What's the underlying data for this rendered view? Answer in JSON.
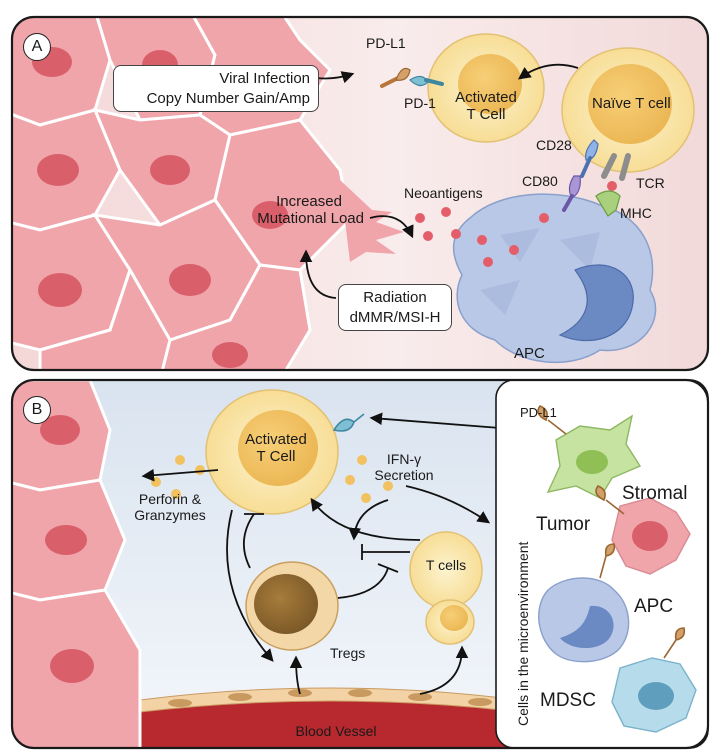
{
  "panel_a": {
    "badge": "A",
    "pdl1": "PD-L1",
    "pd1": "PD-1",
    "activated_t_cell": [
      "Activated",
      "T Cell"
    ],
    "naive_t_cell": "Naïve T cell",
    "cd28": "CD28",
    "cd80": "CD80",
    "tcr": "TCR",
    "mhc": "MHC",
    "neoantigens": "Neoantigens",
    "viral_box": [
      "Viral Infection",
      "Copy Number Gain/Amp"
    ],
    "mutational_load": [
      "Increased",
      "Mutational Load"
    ],
    "radiation_box": [
      "Radiation",
      "dMMR/MSI-H"
    ],
    "apc": "APC"
  },
  "panel_b": {
    "badge": "B",
    "activated_t_cell": [
      "Activated",
      "T Cell"
    ],
    "perforin": [
      "Perforin &",
      "Granzymes"
    ],
    "ifn": [
      "IFN-γ",
      "Secretion"
    ],
    "t_cells": "T cells",
    "tregs": "Tregs",
    "blood_vessel": "Blood Vessel",
    "micro_title": "Cells in the microenvironment",
    "pdl1": "PD-L1",
    "stromal": "Stromal",
    "tumor": "Tumor",
    "apc": "APC",
    "mdsc": "MDSC"
  },
  "colors": {
    "tumor_fill": "#f0a5ab",
    "tumor_nucleus": "#d9606b",
    "tcell_fill": "#fbe7ae",
    "tcell_nucleus": "#f2c160",
    "apc_fill": "#b9c8e6",
    "apc_nucleus": "#6b8ac4",
    "stromal_fill": "#c7e3a2",
    "mdsc_fill": "#b6dbea",
    "vessel": "#b7292e",
    "treg_nucleus": "#8f6a2f"
  }
}
